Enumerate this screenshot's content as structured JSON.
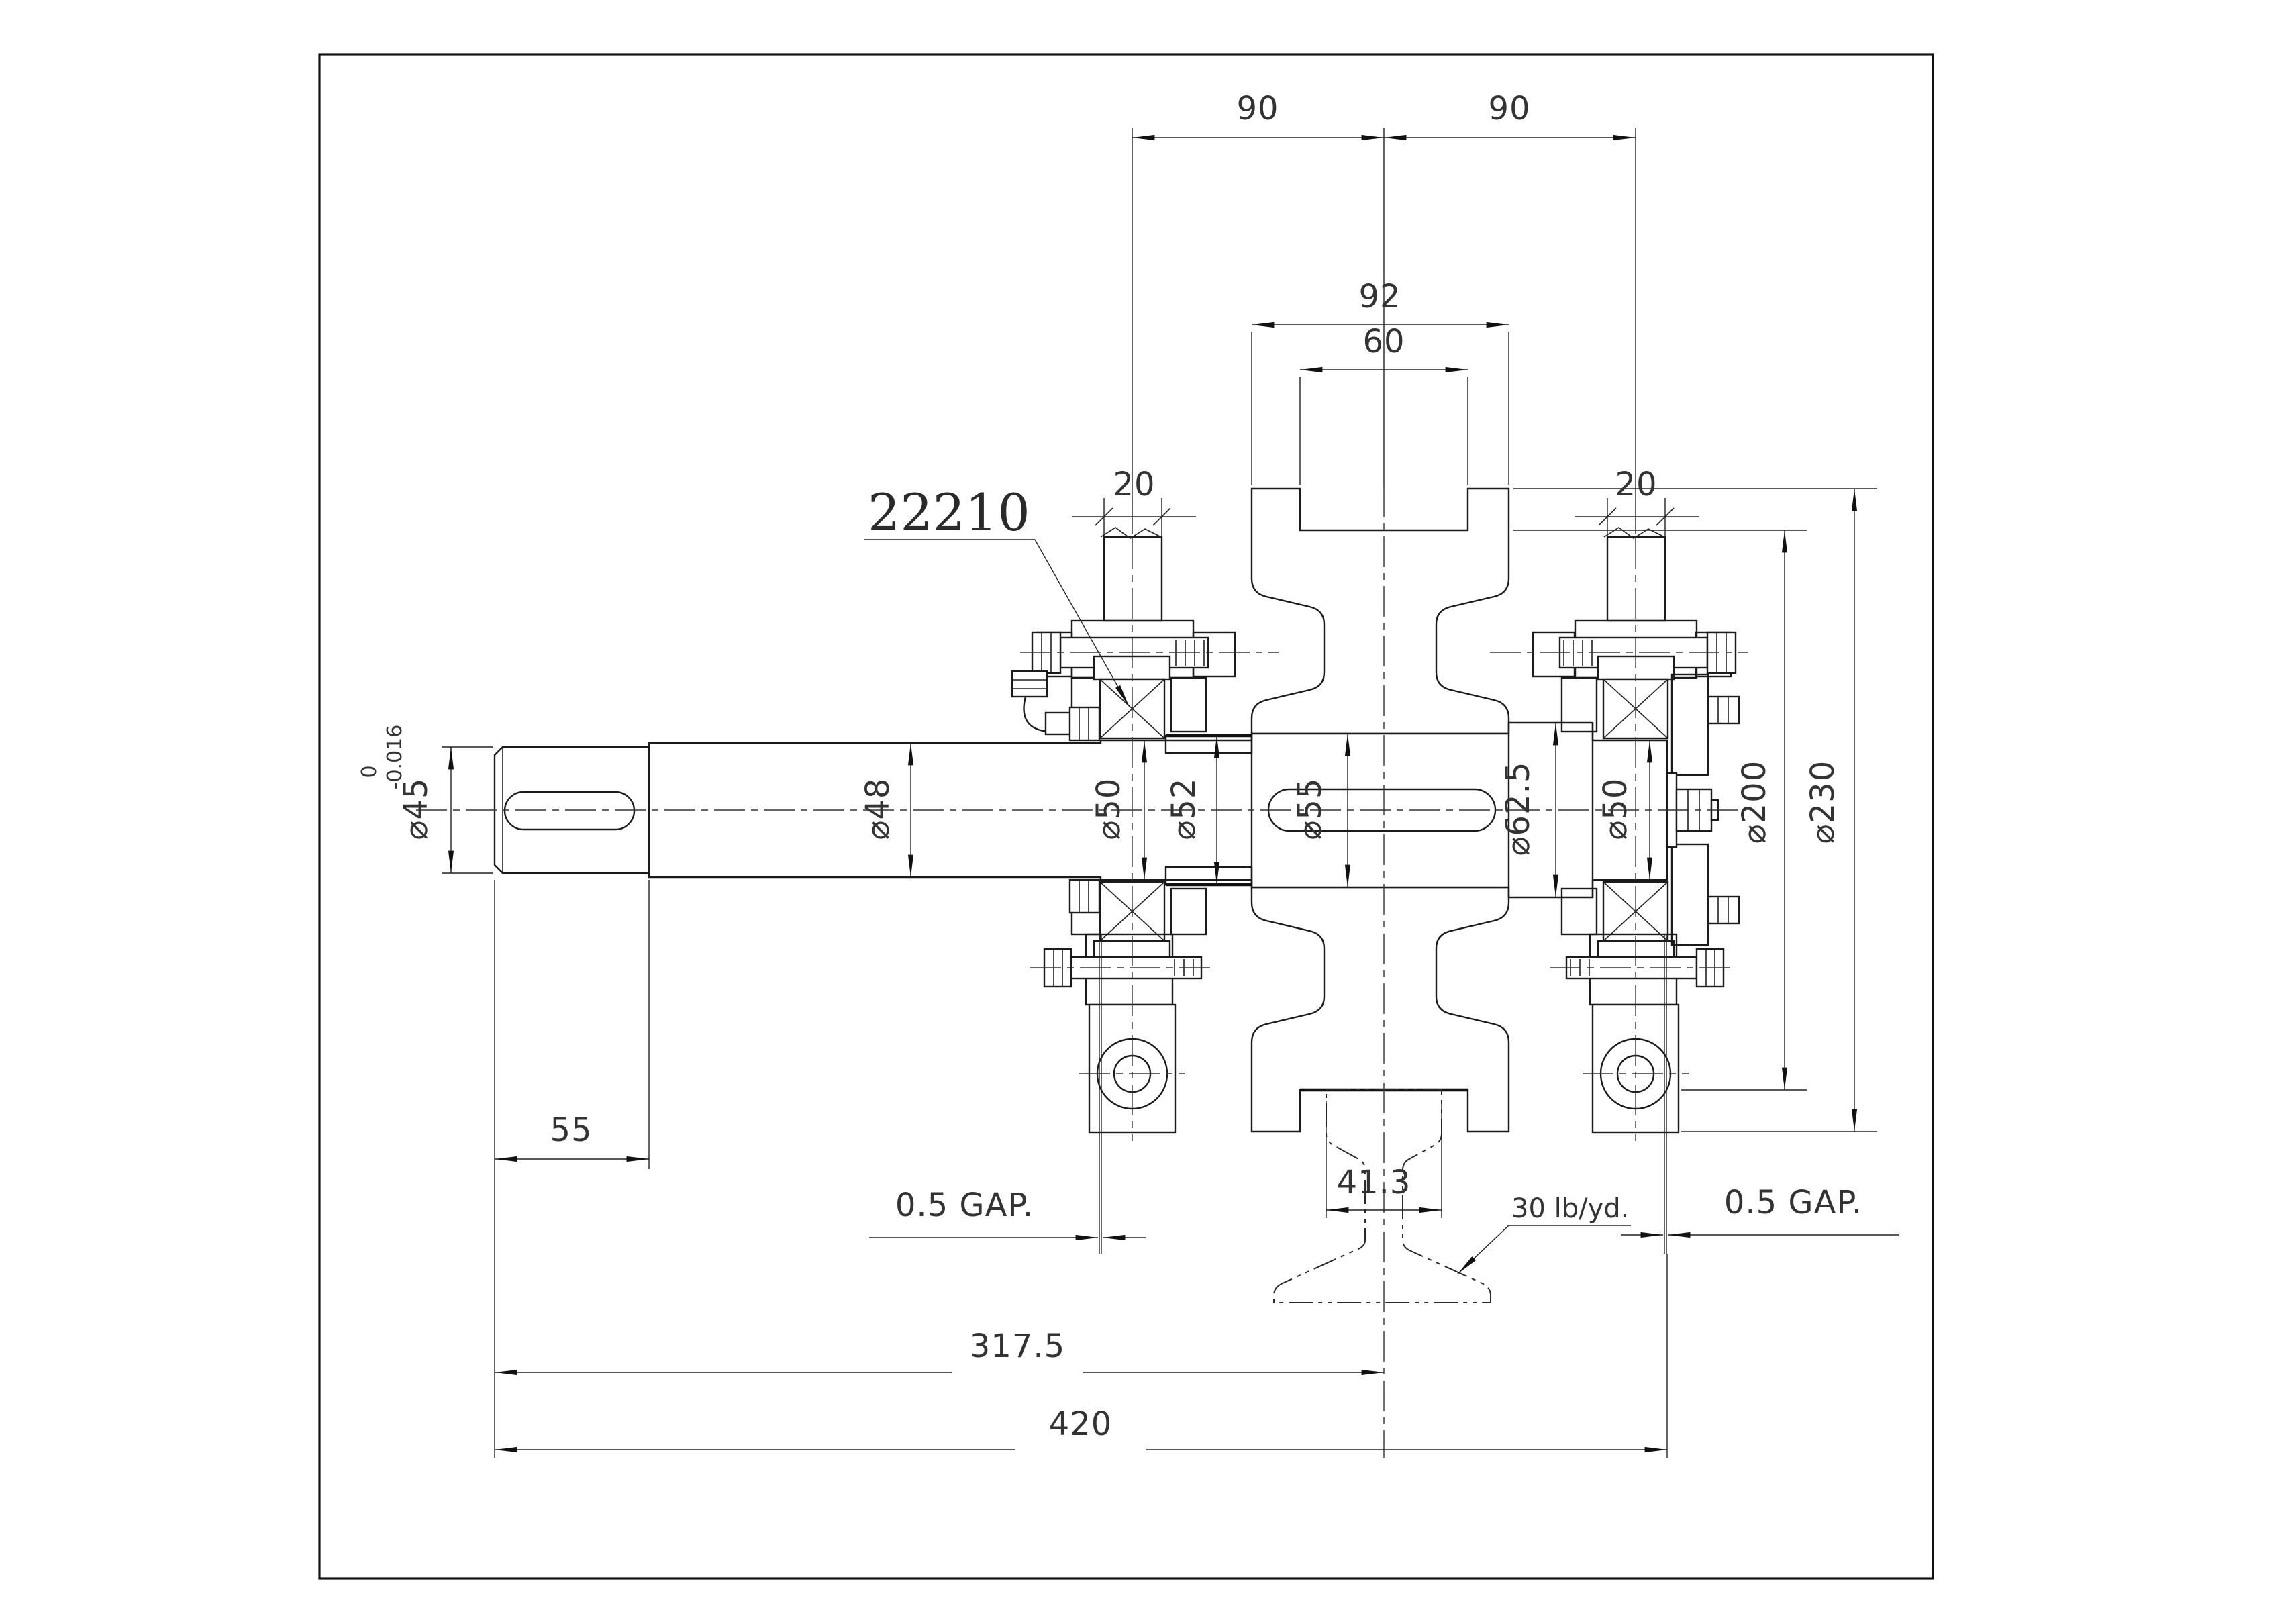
{
  "colors": {
    "ink": "#1b1b1b",
    "paper": "#ffffff"
  },
  "annotations": {
    "bearing_designation": "22210",
    "rail_spec": "30 lb/yd."
  },
  "dimensions": {
    "span_left": "90",
    "span_right": "90",
    "rim_width": "92",
    "tread_width": "60",
    "stud_left": "20",
    "stud_right": "20",
    "shaft_end_dia": "⌀45",
    "shaft_end_tol_upper": "0",
    "shaft_end_tol_lower": "-0.016",
    "shaft_dia": "⌀48",
    "bearing_seat_left_dia": "⌀50",
    "spacer_dia": "⌀52",
    "wheel_seat_dia": "⌀55",
    "collar_dia": "⌀62.5",
    "bearing_seat_right_dia": "⌀50",
    "tread_dia": "⌀200",
    "flange_dia": "⌀230",
    "shaft_end_length": "55",
    "gap_left": "0.5 GAP.",
    "rail_head_width": "41.3",
    "gap_right": "0.5 GAP.",
    "center_to_end": "317.5",
    "overall_length": "420"
  }
}
